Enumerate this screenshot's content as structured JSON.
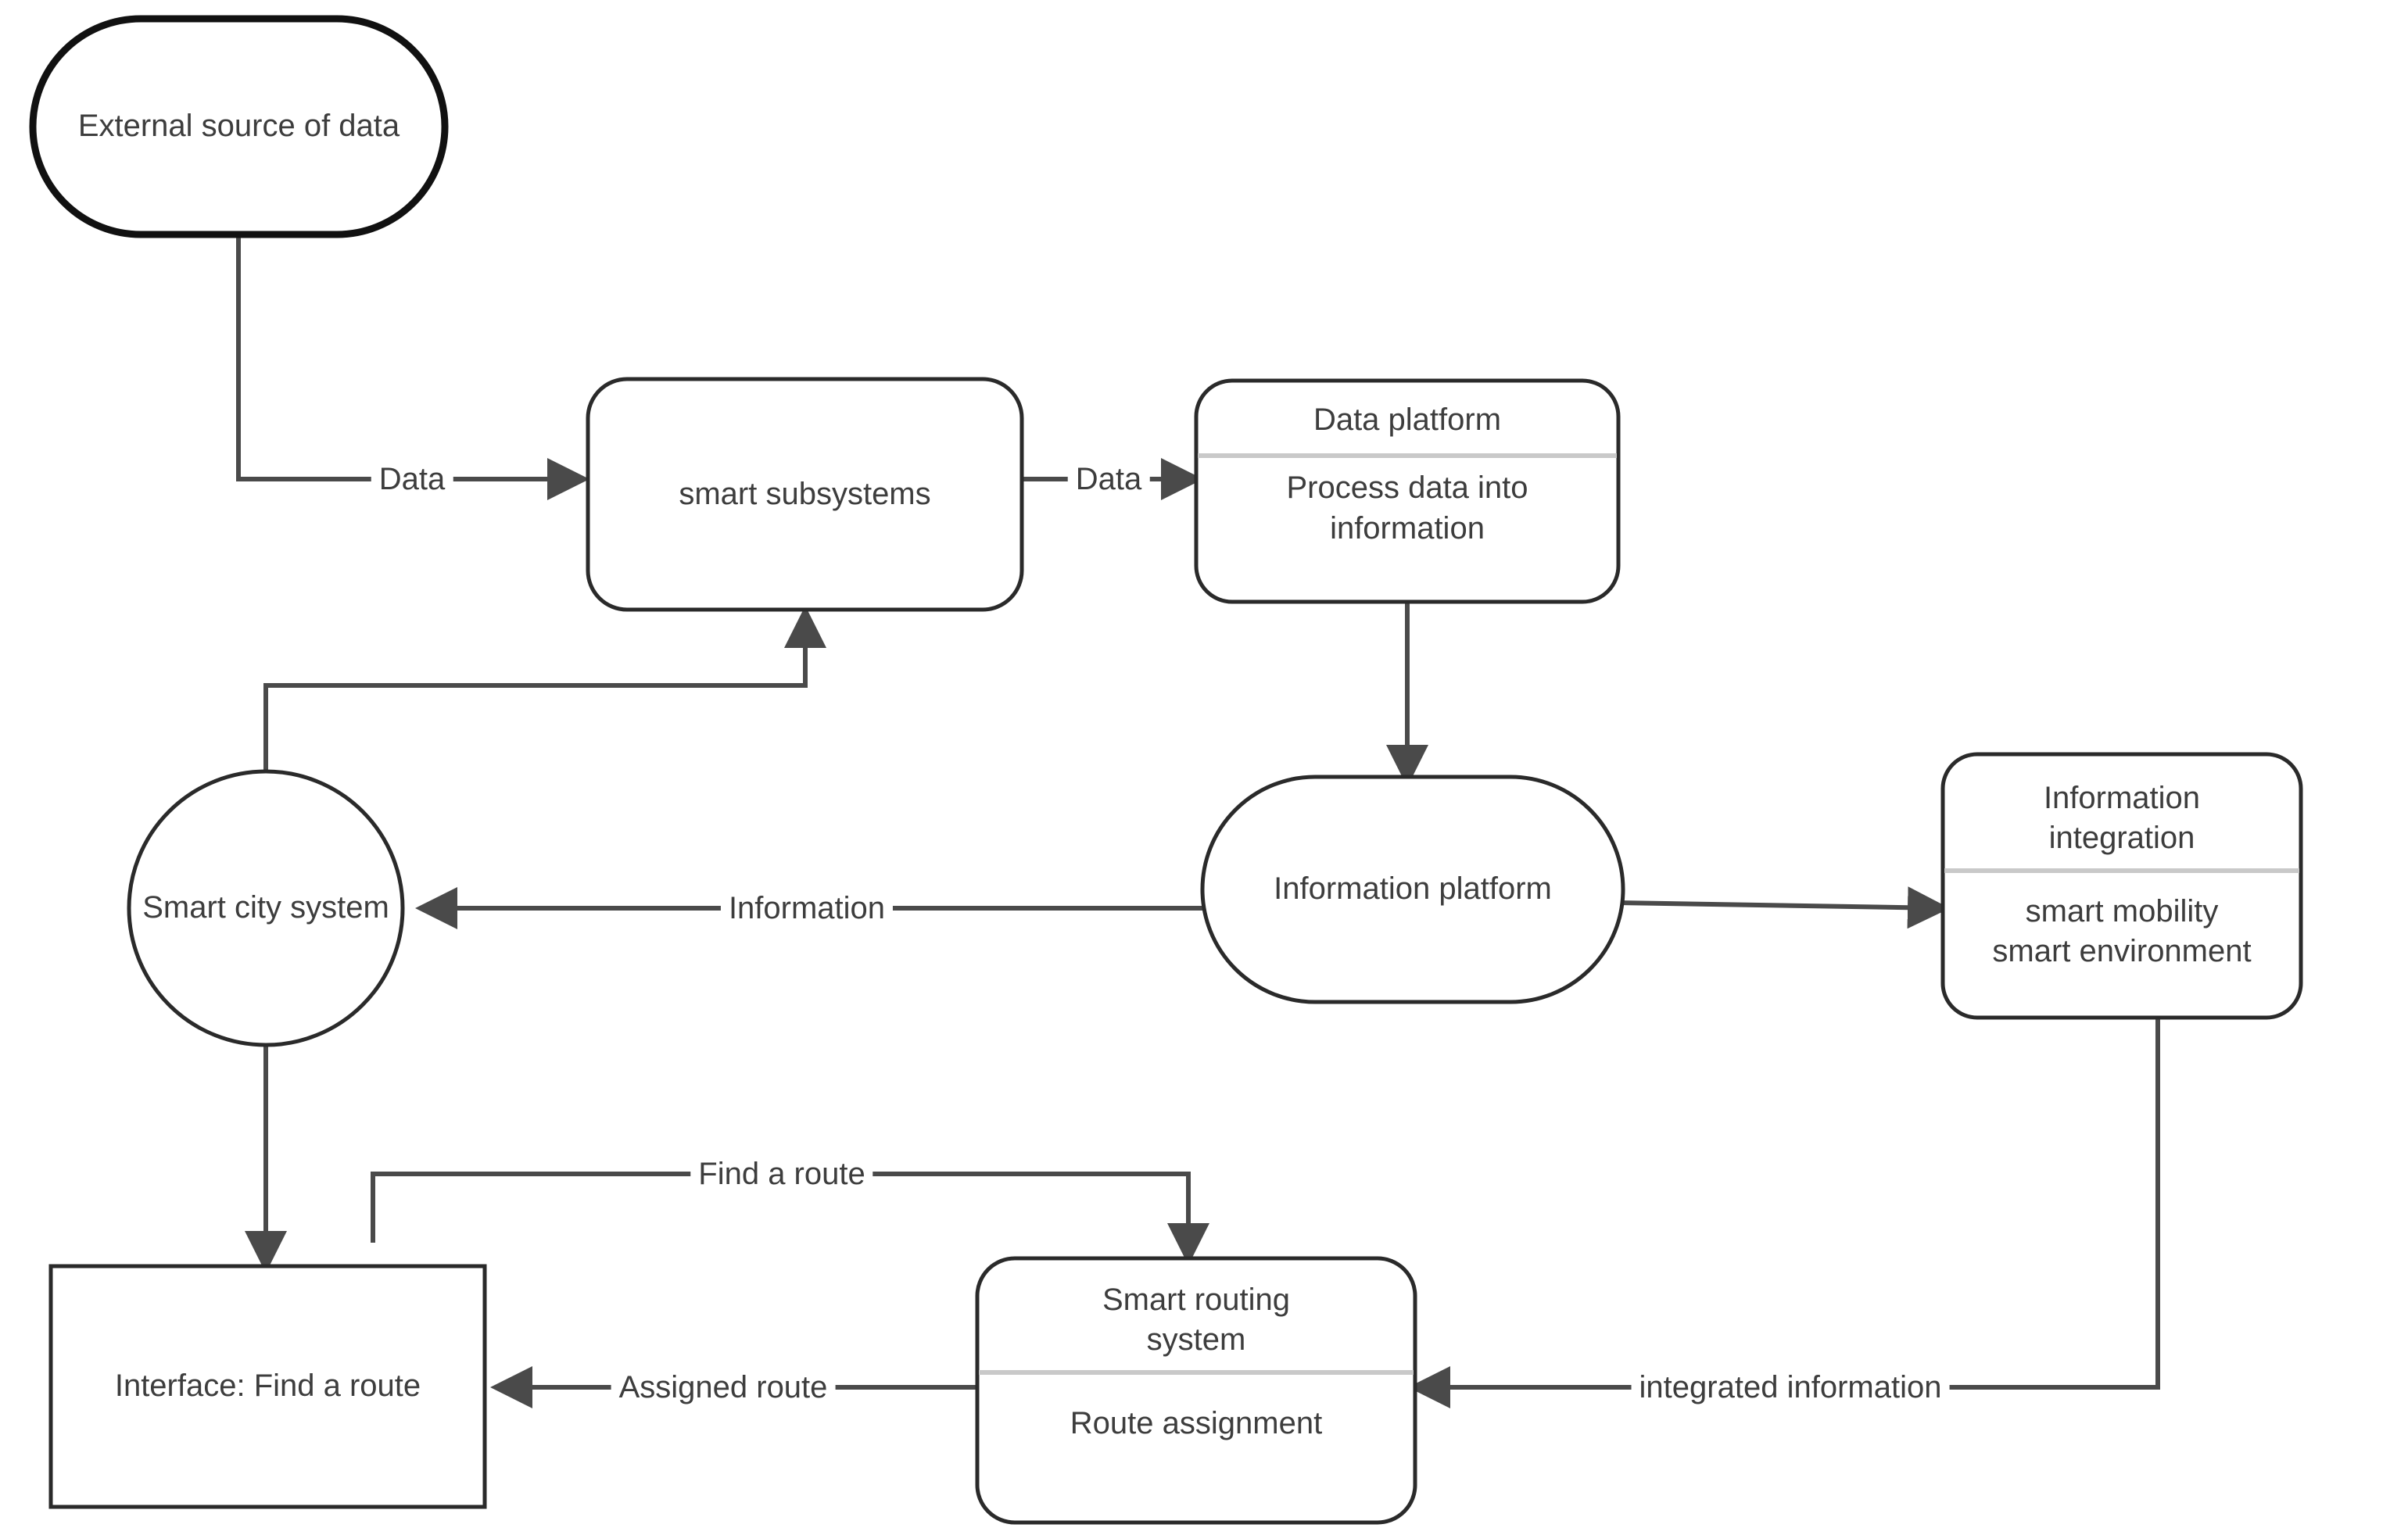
{
  "diagram": {
    "type": "data-flow-diagram",
    "background_color": "#ffffff",
    "stroke_color": "#3d3d3d",
    "text_color": "#3d3d3d",
    "nodes": [
      {
        "id": "external-source",
        "shape": "stadium",
        "label": "External source\nof data",
        "title": "External source of data",
        "subtitle": ""
      },
      {
        "id": "smart-subsystems",
        "shape": "rounded-rect",
        "label": "smart subsystems",
        "title": "smart subsystems",
        "subtitle": ""
      },
      {
        "id": "data-platform",
        "shape": "rounded-rect-split",
        "label": "Data platform",
        "title": "Data platform",
        "subtitle": "Process data into\ninformation"
      },
      {
        "id": "smart-city-system",
        "shape": "circle",
        "label": "Smart city\nsystem",
        "title": "Smart city system",
        "subtitle": ""
      },
      {
        "id": "information-platform",
        "shape": "stadium",
        "label": "Information\nplatform",
        "title": "Information platform",
        "subtitle": ""
      },
      {
        "id": "information-integration",
        "shape": "rounded-rect-split",
        "label": "Information integration",
        "title": "Information\nintegration",
        "subtitle": "smart mobility\nsmart environment"
      },
      {
        "id": "interface-find-a-route",
        "shape": "rect",
        "label": "Interface: Find a route",
        "title": "Interface: Find a route",
        "subtitle": ""
      },
      {
        "id": "smart-routing-system",
        "shape": "rounded-rect-split",
        "label": "Smart routing system",
        "title": "Smart routing\nsystem",
        "subtitle": "Route assignment"
      }
    ],
    "edges": [
      {
        "id": "edge-data-1",
        "from": "external-source",
        "to": "smart-subsystems",
        "label": "Data"
      },
      {
        "id": "edge-data-2",
        "from": "smart-subsystems",
        "to": "data-platform",
        "label": "Data"
      },
      {
        "id": "edge-platform-link",
        "from": "data-platform",
        "to": "information-platform",
        "label": ""
      },
      {
        "id": "edge-information",
        "from": "information-platform",
        "to": "smart-city-system",
        "label": "Information"
      },
      {
        "id": "edge-integration",
        "from": "information-platform",
        "to": "information-integration",
        "label": ""
      },
      {
        "id": "edge-city-to-subsystems",
        "from": "smart-city-system",
        "to": "smart-subsystems",
        "label": ""
      },
      {
        "id": "edge-city-to-interface",
        "from": "smart-city-system",
        "to": "interface-find-a-route",
        "label": ""
      },
      {
        "id": "edge-find-a-route",
        "from": "interface-find-a-route",
        "to": "smart-routing-system",
        "label": "Find a route"
      },
      {
        "id": "edge-assigned-route",
        "from": "smart-routing-system",
        "to": "interface-find-a-route",
        "label": "Assigned route"
      },
      {
        "id": "edge-integrated-information",
        "from": "information-integration",
        "to": "smart-routing-system",
        "label": "integrated information"
      }
    ]
  }
}
